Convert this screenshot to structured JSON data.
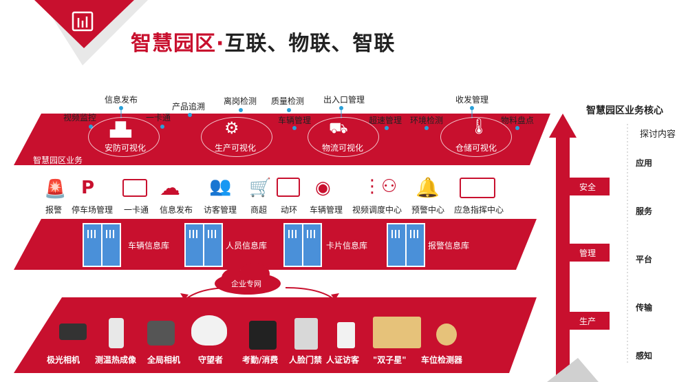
{
  "header": {
    "title_red": "智慧园区·",
    "title_dark": "互联、物联、智联"
  },
  "app_layer": {
    "name": "智慧园区业务",
    "top_labels": [
      "信息发布",
      "视频监控",
      "一卡通",
      "产品追溯",
      "离岗检测",
      "质量检测",
      "车辆管理",
      "出入口管理",
      "超速管理",
      "环境检测",
      "收发管理",
      "物料盘点"
    ],
    "clusters": [
      {
        "label": "安防可视化"
      },
      {
        "label": "生产可视化"
      },
      {
        "label": "物流可视化"
      },
      {
        "label": "仓储可视化"
      }
    ]
  },
  "biz_items": [
    {
      "label": "报警",
      "icon": "alarm-light-icon"
    },
    {
      "label": "停车场管理",
      "icon": "parking-icon"
    },
    {
      "label": "一卡通",
      "icon": "card-icon"
    },
    {
      "label": "信息发布",
      "icon": "cloud-upload-icon"
    },
    {
      "label": "访客管理",
      "icon": "visitor-icon"
    },
    {
      "label": "商超",
      "icon": "shopping-cart-icon"
    },
    {
      "label": "动环",
      "icon": "monitor-chart-icon"
    },
    {
      "label": "车辆管理",
      "icon": "signal-icon"
    },
    {
      "label": "视频调度中心",
      "icon": "video-dispatch-icon"
    },
    {
      "label": "预警中心",
      "icon": "bell-icon"
    },
    {
      "label": "应急指挥中心",
      "icon": "map-icon"
    }
  ],
  "databases": [
    {
      "label": "车辆信息库"
    },
    {
      "label": "人员信息库"
    },
    {
      "label": "卡片信息库"
    },
    {
      "label": "报警信息库"
    }
  ],
  "network": {
    "label": "企业专网"
  },
  "devices": [
    {
      "label": "极光相机",
      "icon": "bullet-camera-icon"
    },
    {
      "label": "测温热成像",
      "icon": "thermal-camera-icon"
    },
    {
      "label": "全局相机",
      "icon": "ptz-camera-icon"
    },
    {
      "label": "守望者",
      "icon": "multi-lens-camera-icon"
    },
    {
      "label": "考勤/消费",
      "icon": "attendance-terminal-icon"
    },
    {
      "label": "人脸门禁",
      "icon": "face-gate-icon"
    },
    {
      "label": "人证访客",
      "icon": "visitor-terminal-icon"
    },
    {
      "label": "\"双子星\"",
      "icon": "gemini-lock-icon"
    },
    {
      "label": "车位检测器",
      "icon": "parking-detector-icon"
    }
  ],
  "side_panel": {
    "title": "智慧园区业务核心",
    "subtitle": "探讨内容",
    "items": [
      "应用",
      "服务",
      "平台",
      "传输",
      "感知"
    ],
    "arrow_tags": [
      "安全",
      "管理",
      "生产"
    ]
  },
  "colors": {
    "brand_red": "#c8102e",
    "db_blue": "#4a90d9"
  }
}
